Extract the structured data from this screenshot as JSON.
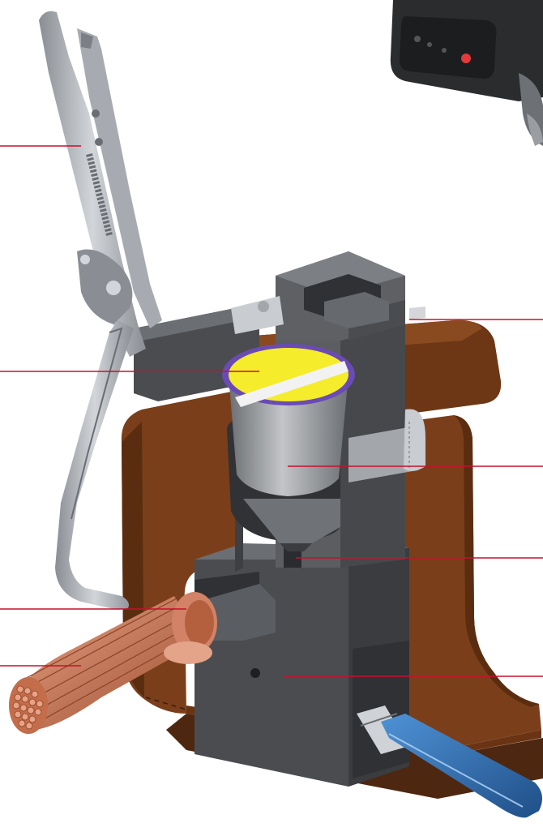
{
  "figure": {
    "description_visible_text": "",
    "colors": {
      "rail": "#7a3f1a",
      "rail_dark": "#4d2710",
      "mould": "#5b5d60",
      "mould_dark": "#3c3e41",
      "mould_light": "#7c7f83",
      "crucible": "#9a9ca0",
      "powder": "#f5ec2b",
      "disc_ring": "#6a4bb5",
      "copper": "#c46d4a",
      "copper_light": "#e29a7c",
      "pliers": "#b9bcc1",
      "pliers_dark": "#7c8086",
      "handle_blue": "#2f6fb5",
      "igniter_body": "#2b2c2e",
      "igniter_led": "#e23a3a",
      "leader_line": "#c8102e"
    },
    "leader_lines": [
      {
        "id": "pliers-label-line"
      },
      {
        "id": "powder-label-line"
      },
      {
        "id": "clamp-label-line"
      },
      {
        "id": "crucible-label-line"
      },
      {
        "id": "tap-hole-label-line"
      },
      {
        "id": "cable-sleeve-label-line"
      },
      {
        "id": "cable-label-line"
      },
      {
        "id": "mould-body-label-line"
      }
    ],
    "icons": [
      "locking-pliers",
      "igniter-device",
      "rail-section",
      "graphite-mould",
      "copper-cable",
      "spark-gun-handle"
    ]
  }
}
